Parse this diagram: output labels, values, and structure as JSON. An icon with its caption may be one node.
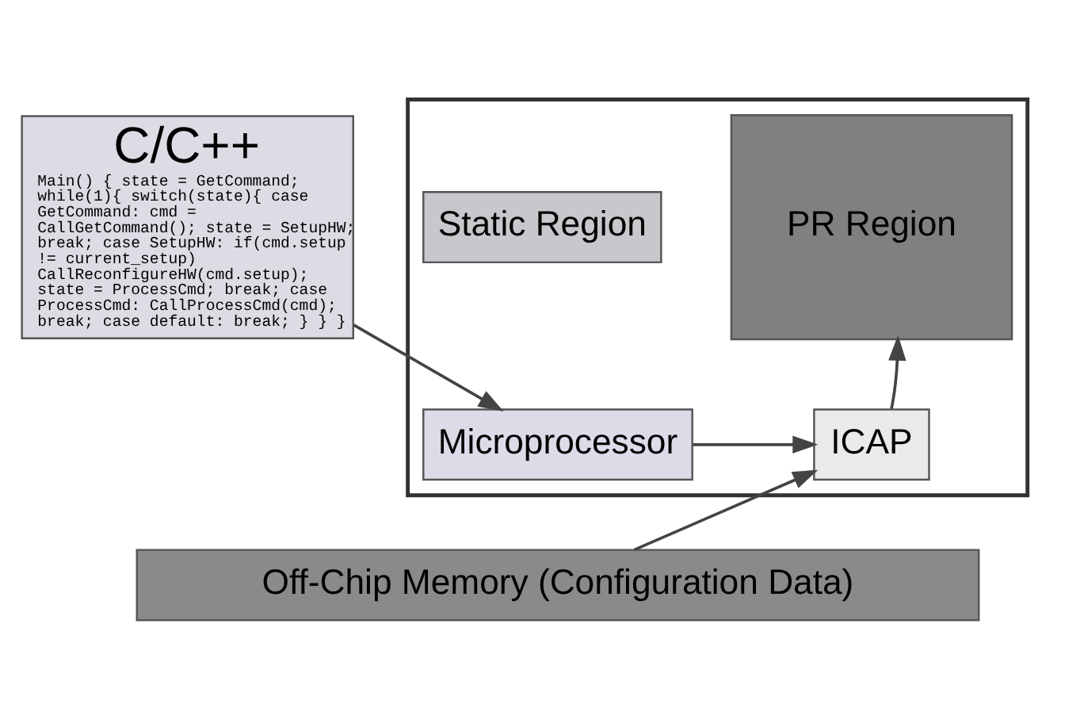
{
  "diagram": {
    "nodes": [
      {
        "text": [
          "C/C++",
          "Main() { state = GetCommand; while(1){ switch(state){ case GetCommand: cmd = CallGetCommand(); state = SetupHW; break; case SetupHW: if(cmd.setup != current_setup) CallReconfigureHW(cmd.setup); state = ProcessCmd; break; case ProcessCmd: CallProcessCmd(cmd); break; case default: break; } } }"
        ]
      },
      {
        "text": [],
        "shape": "box"
      },
      {
        "text": [
          "Static Region"
        ],
        "in": 1
      },
      {
        "text": [
          "PR Region"
        ],
        "in": 1
      },
      {
        "text": [
          "Microprocessor"
        ],
        "in": 1
      },
      {
        "text": [
          "ICAP"
        ],
        "in": 1
      },
      {
        "text": [
          "Off-Chip Memory (Configuration Data)"
        ]
      }
    ],
    "edges": [
      {
        "from": 0,
        "to": 4,
        "arrow": "to"
      },
      {
        "from": 4,
        "to": 5,
        "arrow": "to"
      },
      {
        "from": 6,
        "to": 5,
        "arrow": "to"
      },
      {
        "from": 5,
        "to": 3,
        "arrow": "to"
      }
    ]
  }
}
